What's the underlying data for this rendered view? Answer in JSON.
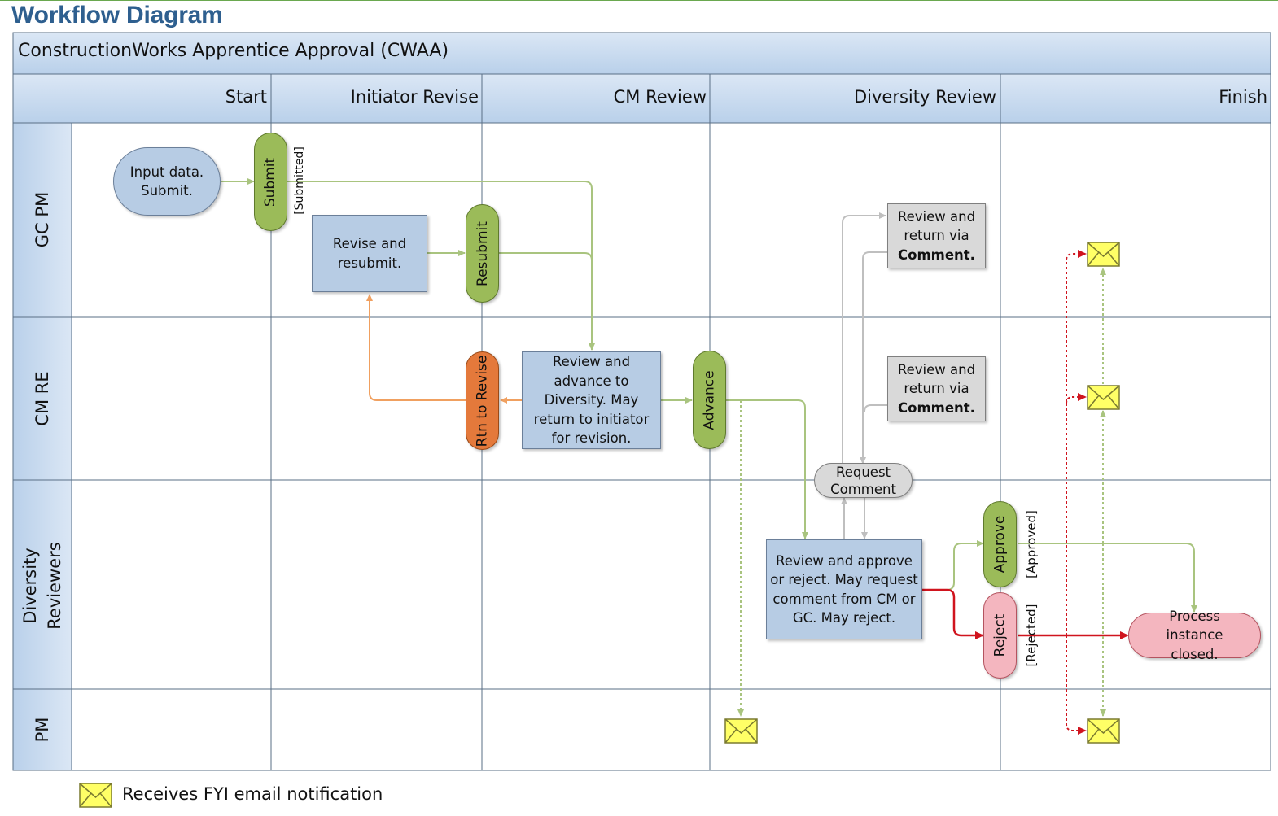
{
  "page_title": "Workflow Diagram",
  "diagram_title": "ConstructionWorks Apprentice Approval (CWAA)",
  "columns": [
    "Start",
    "Initiator Revise",
    "CM Review",
    "Diversity Review",
    "Finish"
  ],
  "lanes": [
    "GC PM",
    "CM RE",
    "Diversity Reviewers",
    "PM"
  ],
  "nodes": {
    "input_data": "Input data. Submit.",
    "submit": "Submit",
    "submitted_label": "[Submitted]",
    "revise_resubmit": "Revise and resubmit.",
    "resubmit": "Resubmit",
    "rtn_to_revise": "Rtn to Revise",
    "cm_review_task": "Review and advance to Diversity. May return to initiator for revision.",
    "advance": "Advance",
    "review_return_1_line1": "Review and return via",
    "review_return_1_bold": "Comment.",
    "review_return_2_line1": "Review and return via",
    "review_return_2_bold": "Comment.",
    "request_comment": "Request Comment",
    "diversity_task": "Review and approve or reject. May request comment from CM or GC. May reject.",
    "approve": "Approve",
    "approved_label": "[Approved]",
    "reject": "Reject",
    "rejected_label": "[Rejected]",
    "process_closed": "Process instance closed."
  },
  "legend": {
    "icon": "envelope-icon",
    "text": "Receives FYI email notification"
  },
  "colors": {
    "header_bg": "#c6d9ef",
    "task_blue": "#b7cce4",
    "action_green": "#9bbb59",
    "action_orange": "#e4793b",
    "reject_pink": "#f4b6bf",
    "comment_gray": "#d9d9d9",
    "flow_green": "#a9c47f",
    "flow_orange": "#f0a060",
    "flow_red": "#d0141e",
    "flow_gray": "#bfbfbf",
    "envelope_yellow": "#ffff66"
  }
}
